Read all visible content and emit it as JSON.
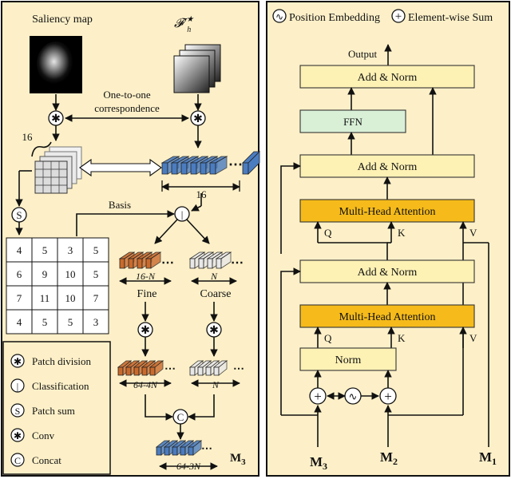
{
  "left_panel": {
    "saliency_map_label": "Saliency map",
    "feature_label": "𝓕′",
    "feature_sub": "h",
    "feature_sup": "★",
    "one_to_one_line1": "One-to-one",
    "one_to_one_line2": "correspondence",
    "patch_count_top": "16",
    "patch_count_right": "16",
    "basis_label": "Basis",
    "grid_values": [
      [
        "4",
        "5",
        "3",
        "5"
      ],
      [
        "6",
        "9",
        "10",
        "5"
      ],
      [
        "7",
        "11",
        "10",
        "7"
      ],
      [
        "4",
        "5",
        "5",
        "3"
      ]
    ],
    "fine_count": "16-N",
    "coarse_count": "N",
    "fine_label": "Fine",
    "coarse_label": "Coarse",
    "fine_conv_count": "64-4N",
    "coarse_conv_count": "N",
    "final_count": "64-3N",
    "output_label": "M",
    "output_sub": "3",
    "symbols": {
      "patch_division": "✱",
      "classification": "|",
      "patch_sum": "S",
      "conv": "✱",
      "concat": "C"
    }
  },
  "legend": {
    "items": [
      {
        "symbol": "✱",
        "label": "Patch division"
      },
      {
        "symbol": "|",
        "label": "Classification"
      },
      {
        "symbol": "S",
        "label": "Patch sum"
      },
      {
        "symbol": "✱",
        "label": "Conv"
      },
      {
        "symbol": "C",
        "label": "Concat"
      }
    ],
    "top": {
      "position_symbol": "∿",
      "position_label": "Position Embedding",
      "sum_symbol": "+",
      "sum_label": "Element-wise Sum"
    }
  },
  "right_panel": {
    "output_label": "Output",
    "add_norm_top": "Add & Norm",
    "ffn": "FFN",
    "add_norm_mid": "Add & Norm",
    "mha_top": "Multi-Head Attention",
    "q_top": "Q",
    "k_top": "K",
    "v_top": "V",
    "add_norm_low": "Add & Norm",
    "mha_low": "Multi-Head Attention",
    "q_low": "Q",
    "k_low": "K",
    "v_low": "V",
    "norm": "Norm",
    "pos_symbol": "∿",
    "plus_symbol": "+",
    "inputs": [
      {
        "label": "M",
        "sub": "3"
      },
      {
        "label": "M",
        "sub": "2"
      },
      {
        "label": "M",
        "sub": "1"
      }
    ]
  },
  "colors": {
    "panel_bg": "#fdf0c8",
    "block_yellow": "#fdf1b4",
    "block_orange": "#f6bb1a",
    "ffn_green": "#d9f0d7",
    "patch_blue": "#4a7cc0",
    "patch_orange": "#c96a2c",
    "patch_white": "#e8e8e8"
  }
}
